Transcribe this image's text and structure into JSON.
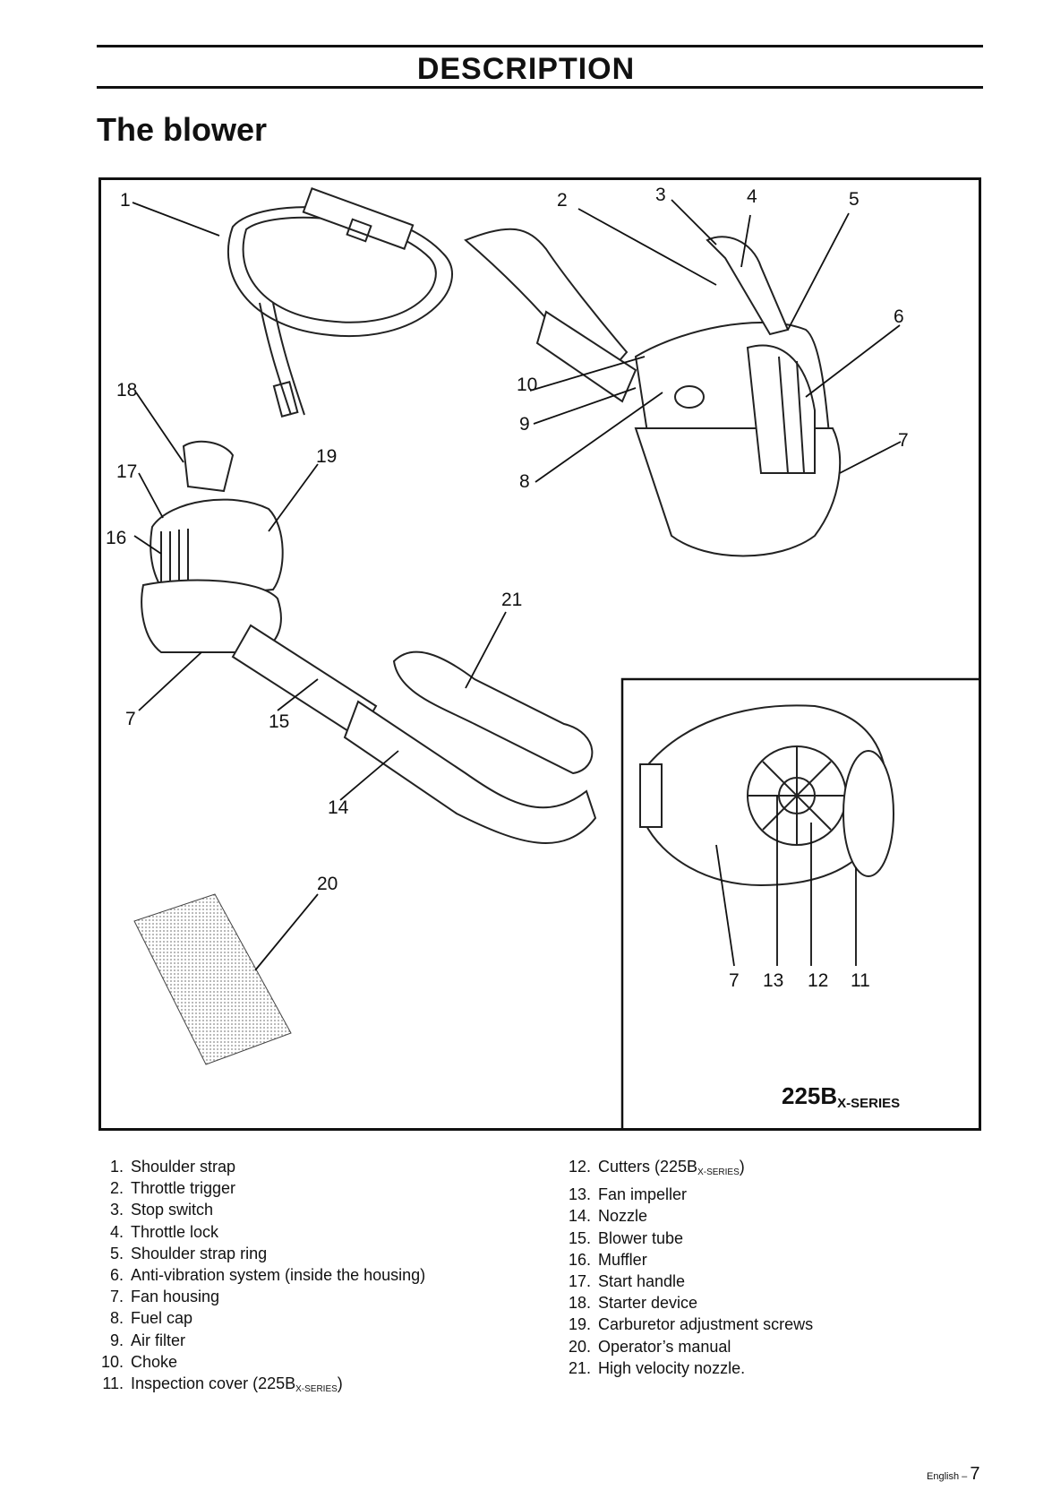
{
  "header": {
    "section_title": "DESCRIPTION",
    "page_heading": "The blower"
  },
  "figure": {
    "callouts": {
      "c1": "1",
      "c2": "2",
      "c3": "3",
      "c4": "4",
      "c5": "5",
      "c6": "6",
      "c7a": "7",
      "c8": "8",
      "c9": "9",
      "c10": "10",
      "c18": "18",
      "c17": "17",
      "c16": "16",
      "c19": "19",
      "c7b": "7",
      "c15": "15",
      "c21": "21",
      "c14": "14",
      "c20": "20",
      "c7c": "7",
      "c13": "13",
      "c12": "12",
      "c11": "11"
    },
    "inset_model": "225B",
    "inset_model_sub": "X-SERIES"
  },
  "parts": [
    {
      "num": "1.",
      "label": "Shoulder strap"
    },
    {
      "num": "2.",
      "label": "Throttle trigger"
    },
    {
      "num": "3.",
      "label": "Stop switch"
    },
    {
      "num": "4.",
      "label": "Throttle lock"
    },
    {
      "num": "5.",
      "label": "Shoulder strap ring"
    },
    {
      "num": "6.",
      "label": "Anti-vibration system (inside the housing)"
    },
    {
      "num": "7.",
      "label": "Fan housing"
    },
    {
      "num": "8.",
      "label": "Fuel cap"
    },
    {
      "num": "9.",
      "label": "Air filter"
    },
    {
      "num": "10.",
      "label": "Choke"
    },
    {
      "num": "11.",
      "label": "Inspection cover (225B",
      "sub": "X-SERIES",
      "suffix": ")"
    },
    {
      "num": "12.",
      "label": "Cutters (225B",
      "sub": "X-SERIES",
      "suffix": ")"
    },
    {
      "num": "13.",
      "label": "Fan impeller"
    },
    {
      "num": "14.",
      "label": "Nozzle"
    },
    {
      "num": "15.",
      "label": "Blower tube"
    },
    {
      "num": "16.",
      "label": "Muffler"
    },
    {
      "num": "17.",
      "label": "Start handle"
    },
    {
      "num": "18.",
      "label": "Starter device"
    },
    {
      "num": "19.",
      "label": "Carburetor adjustment screws"
    },
    {
      "num": "20.",
      "label": "Operator’s manual"
    },
    {
      "num": "21.",
      "label": "High velocity nozzle."
    }
  ],
  "footer": {
    "language": "English",
    "separator": " – ",
    "page_number": "7"
  }
}
